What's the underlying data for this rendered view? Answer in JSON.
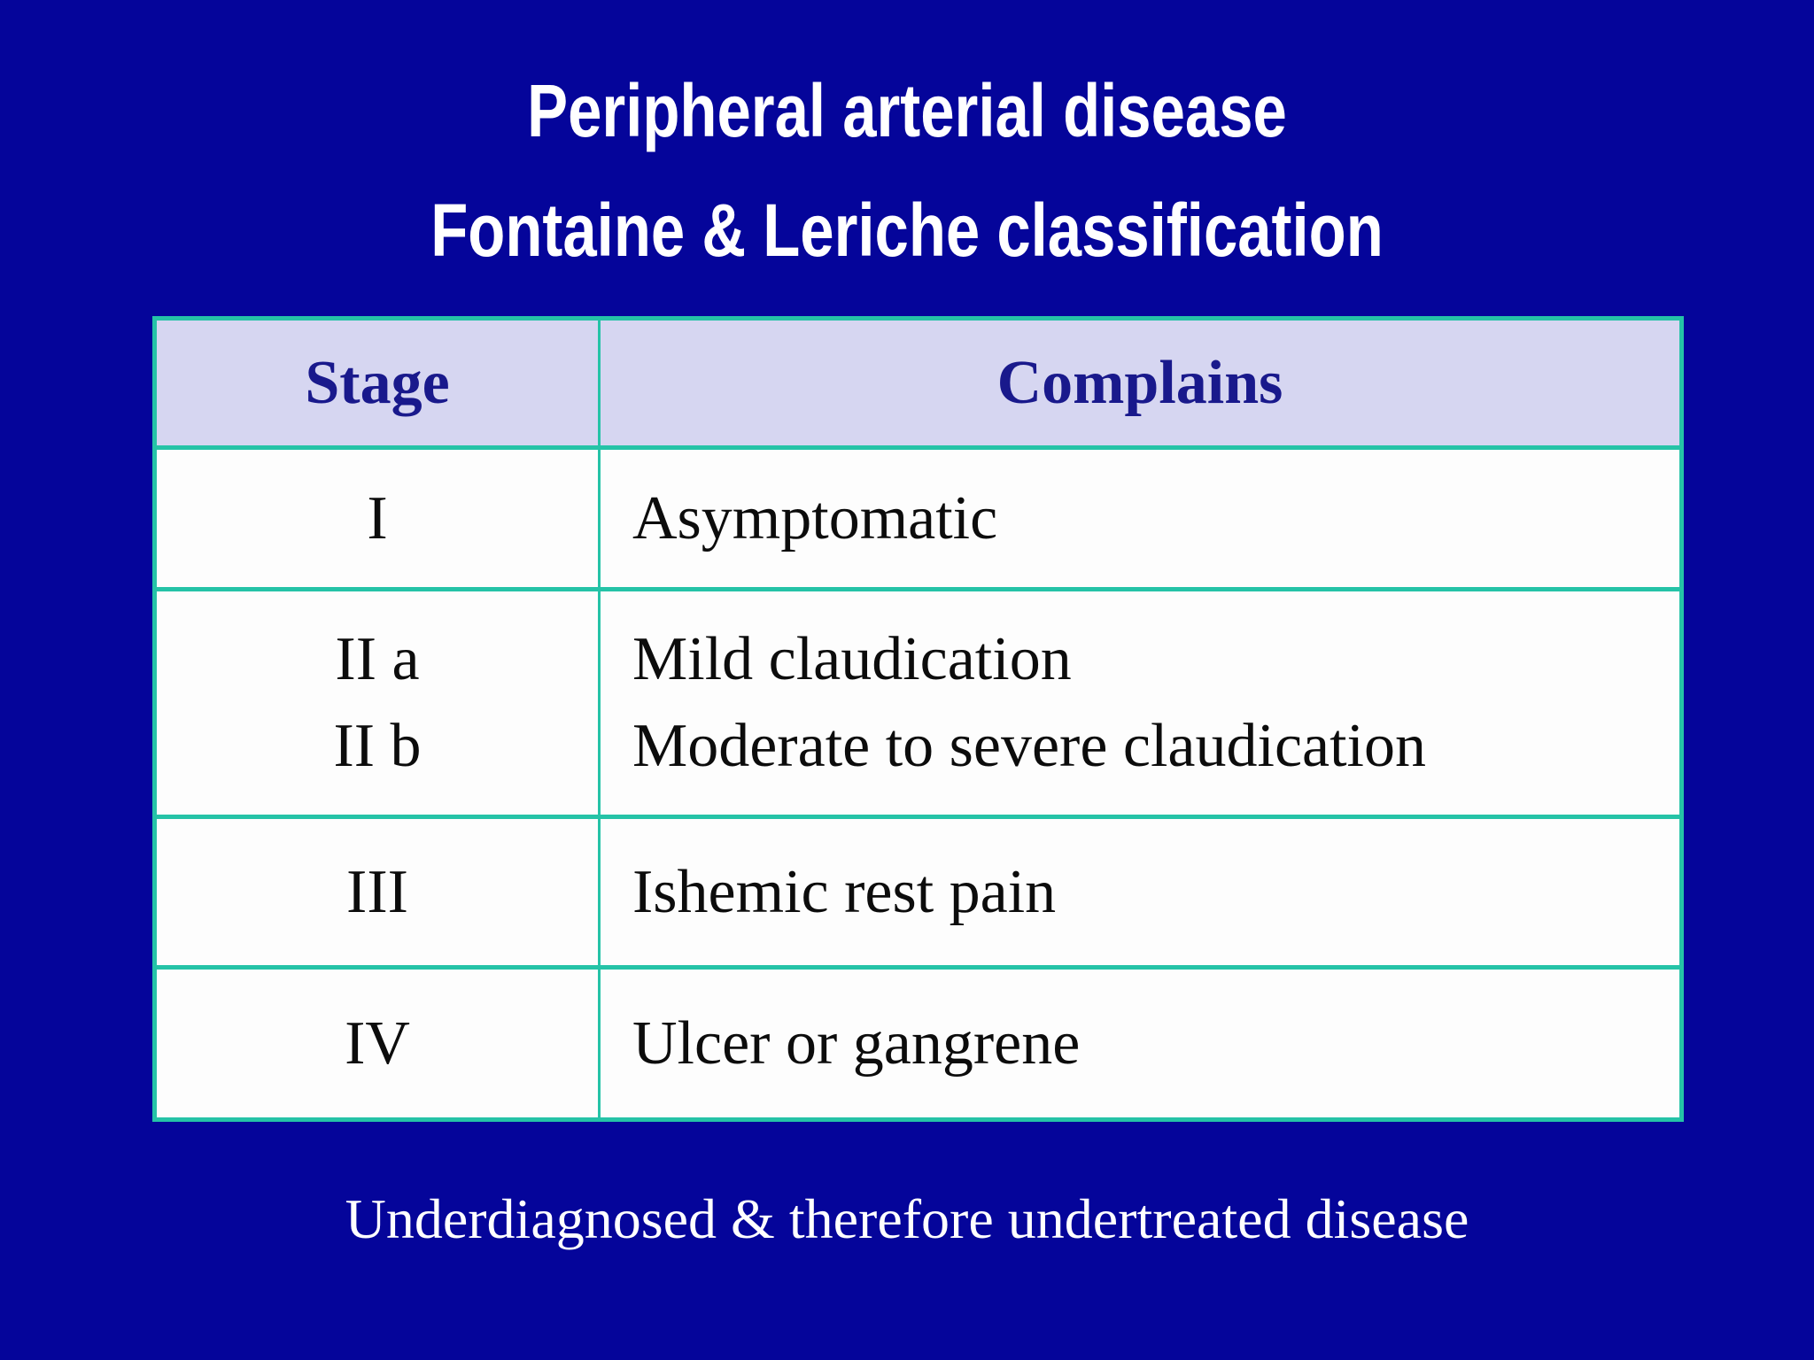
{
  "title": {
    "line1": "Peripheral arterial disease",
    "line2": "Fontaine & Leriche classification"
  },
  "table": {
    "headers": [
      "Stage",
      "Complains"
    ],
    "rows": [
      {
        "stage": [
          "I"
        ],
        "complains": [
          "Asymptomatic"
        ]
      },
      {
        "stage": [
          "II a",
          "II b"
        ],
        "complains": [
          "Mild claudication",
          "Moderate to severe claudication"
        ]
      },
      {
        "stage": [
          "III"
        ],
        "complains": [
          "Ishemic rest pain"
        ]
      },
      {
        "stage": [
          "IV"
        ],
        "complains": [
          "Ulcer or gangrene"
        ]
      }
    ]
  },
  "footer": {
    "text": "Underdiagnosed & therefore undertreated disease"
  },
  "colors": {
    "background": "#05059a",
    "table_border": "#25c3a7",
    "header_background": "#d6d6f1",
    "header_text": "#19198c",
    "body_text": "#0c0c0c",
    "title_text": "#ffffff"
  }
}
